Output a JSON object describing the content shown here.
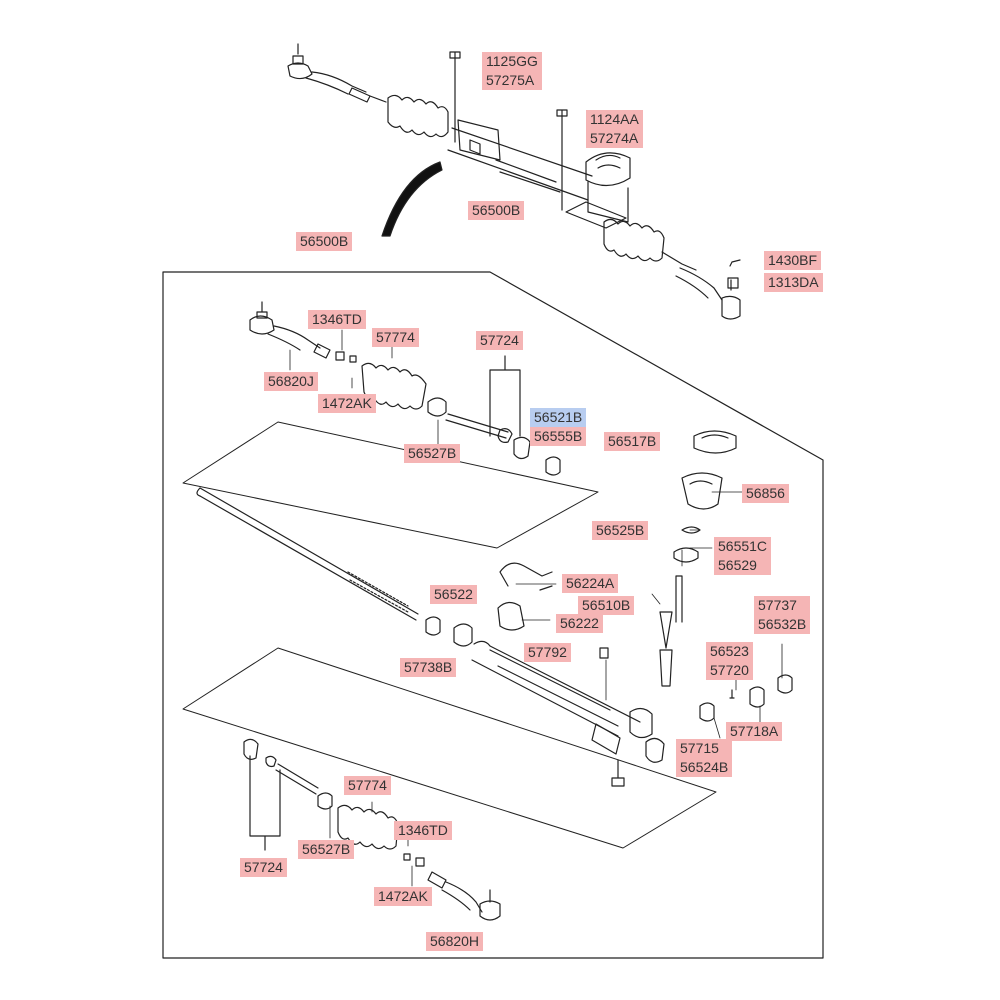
{
  "labels": {
    "p1125GG": "1125GG",
    "p57275A": "57275A",
    "p1124AA": "1124AA",
    "p57274A": "57274A",
    "p56500B_top": "56500B",
    "p56500B_box": "56500B",
    "p1430BF": "1430BF",
    "p1313DA": "1313DA",
    "p1346TD_top": "1346TD",
    "p57774_top": "57774",
    "p56820J": "56820J",
    "p1472AK_top": "1472AK",
    "p57724_top": "57724",
    "p56521B": "56521B",
    "p56555B": "56555B",
    "p56527B_top": "56527B",
    "p56517B": "56517B",
    "p56856": "56856",
    "p56525B": "56525B",
    "p56551C": "56551C",
    "p56529": "56529",
    "p56522": "56522",
    "p56224A": "56224A",
    "p56510B": "56510B",
    "p56222": "56222",
    "p57737": "57737",
    "p56532B": "56532B",
    "p57738B": "57738B",
    "p57792": "57792",
    "p56523": "56523",
    "p57720": "57720",
    "p57715": "57715",
    "p56524B": "56524B",
    "p57718A": "57718A",
    "p57774_bot": "57774",
    "p56527B_bot": "56527B",
    "p1346TD_bot": "1346TD",
    "p57724_bot": "57724",
    "p1472AK_bot": "1472AK",
    "p56820H": "56820H"
  },
  "colors": {
    "label_bg": "#f5b5b5",
    "label_selected_bg": "#b8cdf0",
    "line": "#222222"
  }
}
